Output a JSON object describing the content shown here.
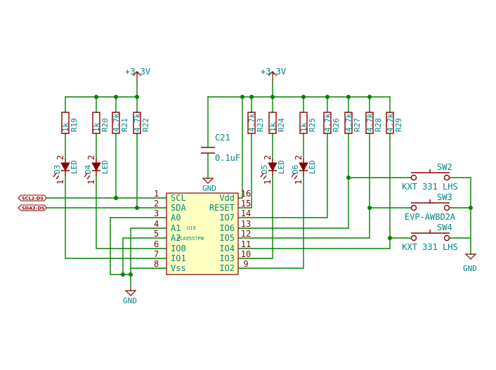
{
  "power": {
    "vcc_left": "+3.3V",
    "vcc_right": "+3.3V",
    "gnd_ic": "GND",
    "gnd_cap": "GND",
    "gnd_sw": "GND"
  },
  "labels": {
    "scl": "SCL2-DS",
    "sda": "SDA2-DS"
  },
  "resistors": [
    {
      "ref": "R19",
      "value": "1k"
    },
    {
      "ref": "R20",
      "value": "1k"
    },
    {
      "ref": "R21",
      "value": "4.7k"
    },
    {
      "ref": "R22",
      "value": "4.7k"
    },
    {
      "ref": "R23",
      "value": "4.7k"
    },
    {
      "ref": "R24",
      "value": "1k"
    },
    {
      "ref": "R25",
      "value": "1k"
    },
    {
      "ref": "R26",
      "value": "4.7k"
    },
    {
      "ref": "R27",
      "value": "4.7k"
    },
    {
      "ref": "R28",
      "value": "4.7k"
    },
    {
      "ref": "R29",
      "value": "4.7k"
    }
  ],
  "leds": [
    {
      "ref": "D3",
      "value": "LED",
      "pin_a": "2",
      "pin_k": "1"
    },
    {
      "ref": "D4",
      "value": "LED",
      "pin_a": "2",
      "pin_k": "1"
    },
    {
      "ref": "D5",
      "value": "LED",
      "pin_a": "2",
      "pin_k": "1"
    },
    {
      "ref": "D6",
      "value": "LED",
      "pin_a": "2",
      "pin_k": "1"
    }
  ],
  "capacitor": {
    "ref": "C21",
    "value": "0.1uF"
  },
  "ic": {
    "ref": "U19",
    "part": "PCA9557PW",
    "left_pins": [
      {
        "num": "1",
        "name": "SCL"
      },
      {
        "num": "2",
        "name": "SDA"
      },
      {
        "num": "3",
        "name": "A0"
      },
      {
        "num": "4",
        "name": "A1"
      },
      {
        "num": "5",
        "name": "A2"
      },
      {
        "num": "6",
        "name": "IO0"
      },
      {
        "num": "7",
        "name": "IO1"
      },
      {
        "num": "8",
        "name": "Vss"
      }
    ],
    "right_pins": [
      {
        "num": "16",
        "name": "Vdd"
      },
      {
        "num": "15",
        "name": "RESET"
      },
      {
        "num": "14",
        "name": "IO7"
      },
      {
        "num": "13",
        "name": "IO6"
      },
      {
        "num": "12",
        "name": "IO5"
      },
      {
        "num": "11",
        "name": "IO4"
      },
      {
        "num": "10",
        "name": "IO3"
      },
      {
        "num": "9",
        "name": "IO2"
      }
    ]
  },
  "switches": [
    {
      "ref": "SW2",
      "value": "KXT 331 LHS"
    },
    {
      "ref": "SW3",
      "value": "EVP-AWBD2A"
    },
    {
      "ref": "SW4",
      "value": "KXT 331 LHS"
    }
  ]
}
